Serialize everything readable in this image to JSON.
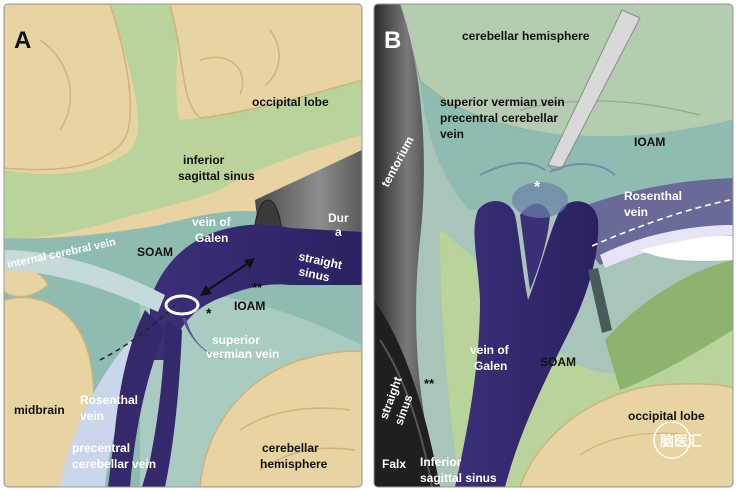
{
  "panel_a": {
    "letter": "A",
    "labels": {
      "occipital_lobe": "occipital lobe",
      "inferior_sagittal_sinus_1": "inferior",
      "inferior_sagittal_sinus_2": "sagittal sinus",
      "vein_of_galen_1": "vein of",
      "vein_of_galen_2": "Galen",
      "dura_1": "Dur",
      "dura_2": "a",
      "straight_sinus_1": "straight",
      "straight_sinus_2": "sinus",
      "soam": "SOAM",
      "internal_cerebral_vein": "internal cerebral vein",
      "double_star": "**",
      "ioam": "IOAM",
      "star": "*",
      "superior_vermian_vein_1": "superior",
      "superior_vermian_vein_2": "vermian vein",
      "midbrain": "midbrain",
      "rosenthal_vein_1": "Rosenthal",
      "rosenthal_vein_2": "vein",
      "precentral_cerebellar_vein_1": "precentral",
      "precentral_cerebellar_vein_2": "cerebellar vein",
      "cerebellar_hemisphere_1": "cerebellar",
      "cerebellar_hemisphere_2": "hemisphere"
    }
  },
  "panel_b": {
    "letter": "B",
    "labels": {
      "cerebellar_hemisphere": "cerebellar hemisphere",
      "superior_vermian_vein": "superior vermian vein",
      "precentral_cerebellar_vein_1": "precentral cerebellar",
      "precentral_cerebellar_vein_2": "vein",
      "tentorium": "tentorium",
      "ioam": "IOAM",
      "star": "*",
      "rosenthal_vein_1": "Rosenthal",
      "rosenthal_vein_2": "vein",
      "double_star": "**",
      "vein_of_galen_1": "vein of",
      "vein_of_galen_2": "Galen",
      "soam": "SOAM",
      "straight_sinus_1": "straight",
      "straight_sinus_2": "sinus",
      "occipital_lobe": "occipital lobe",
      "falx": "Falx",
      "inferior_sagittal_sinus_1": "Inferior",
      "inferior_sagittal_sinus_2": "sagittal sinus",
      "watermark": "脑医汇"
    }
  },
  "colors": {
    "brain": "#e8d4a2",
    "brain_edge": "#cdb37c",
    "green_membrane": "#b9d49a",
    "teal": "#8fbcb2",
    "vein": "#35296b",
    "vein_light": "#5a4f96",
    "sinus_gray": "#5f5f5f",
    "sinus_dark": "#2f2f2f"
  }
}
